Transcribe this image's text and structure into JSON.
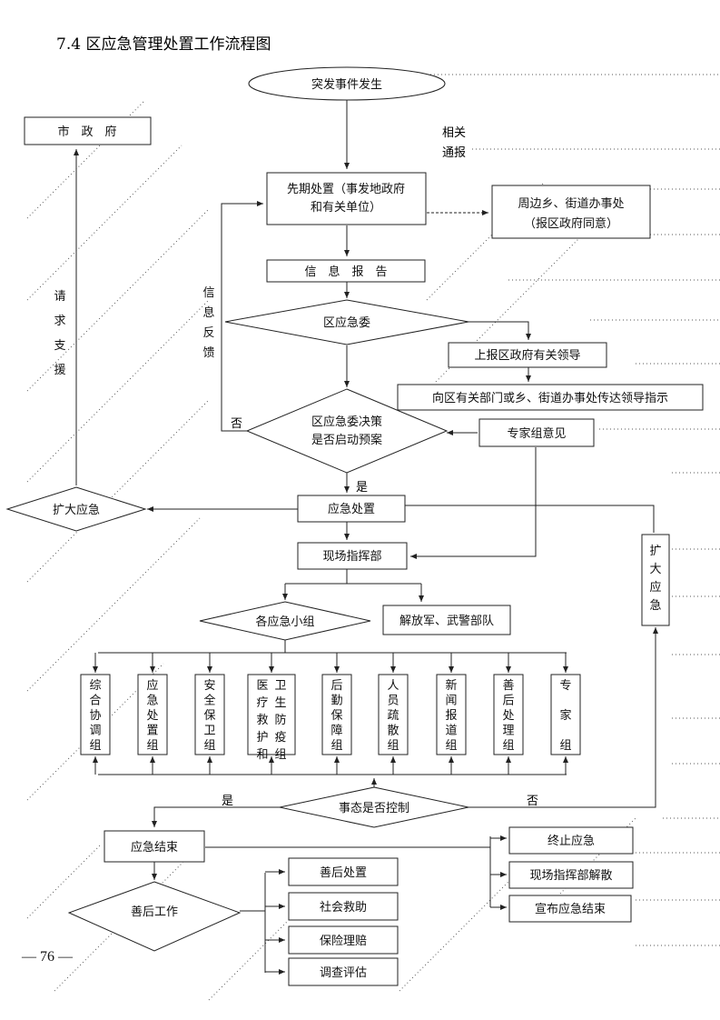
{
  "title": "7.4 区应急管理处置工作流程图",
  "page_number": "— 76 —",
  "nodes": {
    "incident": "突发事件发生",
    "city_gov": "市　政　府",
    "initial_handling_1": "先期处置（事发地政府",
    "initial_handling_2": "和有关单位）",
    "township_1": "周边乡、街道办事处",
    "township_2": "（报区政府同意）",
    "info_report": "信　息　报　告",
    "district_committee": "区应急委",
    "report_leaders": "上报区政府有关领导",
    "dispatch_instructions": "向区有关部门或乡、街道办事处传达领导指示",
    "decision_1": "区应急委决策",
    "decision_2": "是否启动预案",
    "expert_opinion": "专家组意见",
    "expand_left": "扩大应急",
    "emergency_handling": "应急处置",
    "field_command": "现场指挥部",
    "expand_right": "扩大应急",
    "groups": "各应急小组",
    "pla": "解放军、武警部队",
    "control_check": "事态是否控制",
    "end_response": "应急结束",
    "aftermath_work": "善后工作",
    "terminate": "终止应急",
    "dissolve_command": "现场指挥部解散",
    "announce_end": "宣布应急结束"
  },
  "teams": [
    "综合协调组",
    "应急处置组",
    "安全保卫组",
    "医疗救护和卫生防疫组",
    "后勤保障组",
    "人员疏散组",
    "新闻报道组",
    "善后处理组",
    "专家组"
  ],
  "aftermath_items": [
    "善后处置",
    "社会救助",
    "保险理赔",
    "调查评估"
  ],
  "labels": {
    "related_notice": "相关通报",
    "info_feedback": "信息反馈",
    "request_support": "请求支援",
    "no_decision": "否",
    "yes_decision": "是",
    "yes_control": "是",
    "no_control": "否"
  }
}
